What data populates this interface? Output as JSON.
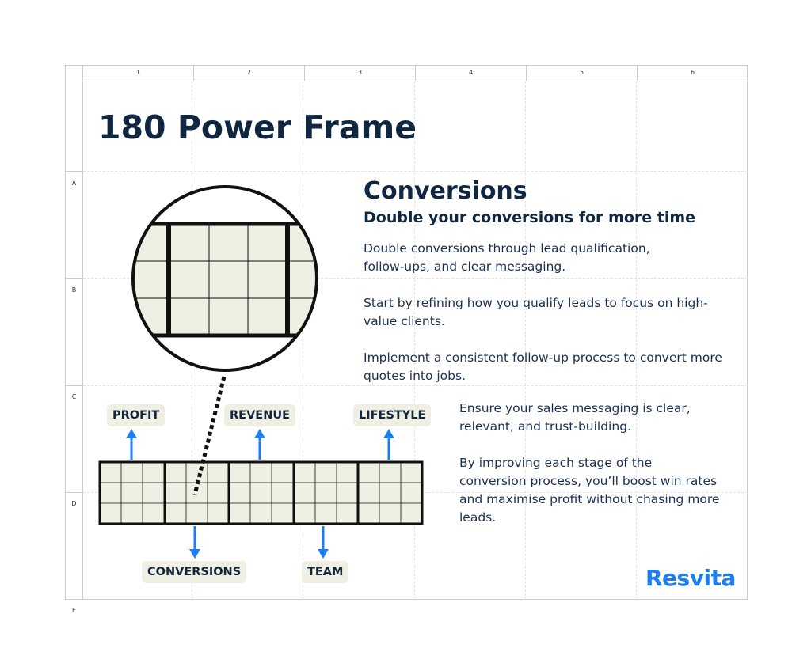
{
  "grid": {
    "columns": [
      "1",
      "2",
      "3",
      "4",
      "5",
      "6"
    ],
    "rows": [
      "A",
      "B",
      "C",
      "D",
      "E"
    ]
  },
  "title": "180 Power Frame",
  "section": {
    "title": "Conversions",
    "subtitle": "Double your conversions for more time",
    "paragraphs": [
      "Double conversions through lead qualification, follow-ups, and clear messaging.",
      "Start by refining how you qualify leads to focus on high-value clients.",
      "Implement a consistent follow-up process to convert more quotes into jobs.",
      "Ensure your sales messaging is clear, relevant, and trust-building.",
      "By improving each stage of the conversion process, you’ll boost win rates and maximise profit without chasing more leads."
    ]
  },
  "labels": {
    "profit": "PROFIT",
    "revenue": "REVENUE",
    "lifestyle": "LIFESTYLE",
    "conversions": "CONVERSIONS",
    "team": "TEAM"
  },
  "logo": "Resvita",
  "colors": {
    "navy": "#0f2740",
    "accent_blue": "#1c7ef0",
    "panel_fill": "#efefe4",
    "grid_line": "#c9ccd1"
  }
}
